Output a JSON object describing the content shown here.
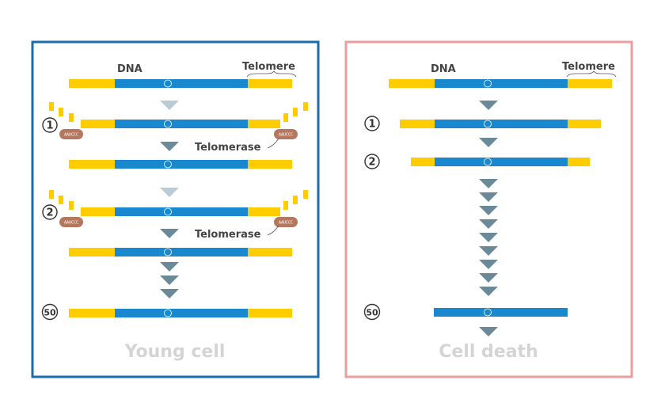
{
  "colors": {
    "telomere": "#ffcc00",
    "dna": "#1a88cf",
    "young_border": "#1c6aa8",
    "death_border": "#ea9f9f",
    "arrow_dark": "#6a8a99",
    "arrow_light": "#b9cbd4",
    "enzyme": "#b5775e",
    "title_text": "#d4d4d4"
  },
  "young": {
    "dna_label": "DNA",
    "telomere_label": "Telomere",
    "enzyme_label_1": "Telomerase",
    "enzyme_label_2": "Telomerase",
    "enzyme_text": "AAUCCC",
    "step_1": "1",
    "step_2": "2",
    "step_50": "50",
    "title": "Young cell"
  },
  "death": {
    "dna_label": "DNA",
    "telomere_label": "Telomere",
    "step_1": "1",
    "step_2": "2",
    "step_50": "50",
    "title": "Cell death"
  }
}
